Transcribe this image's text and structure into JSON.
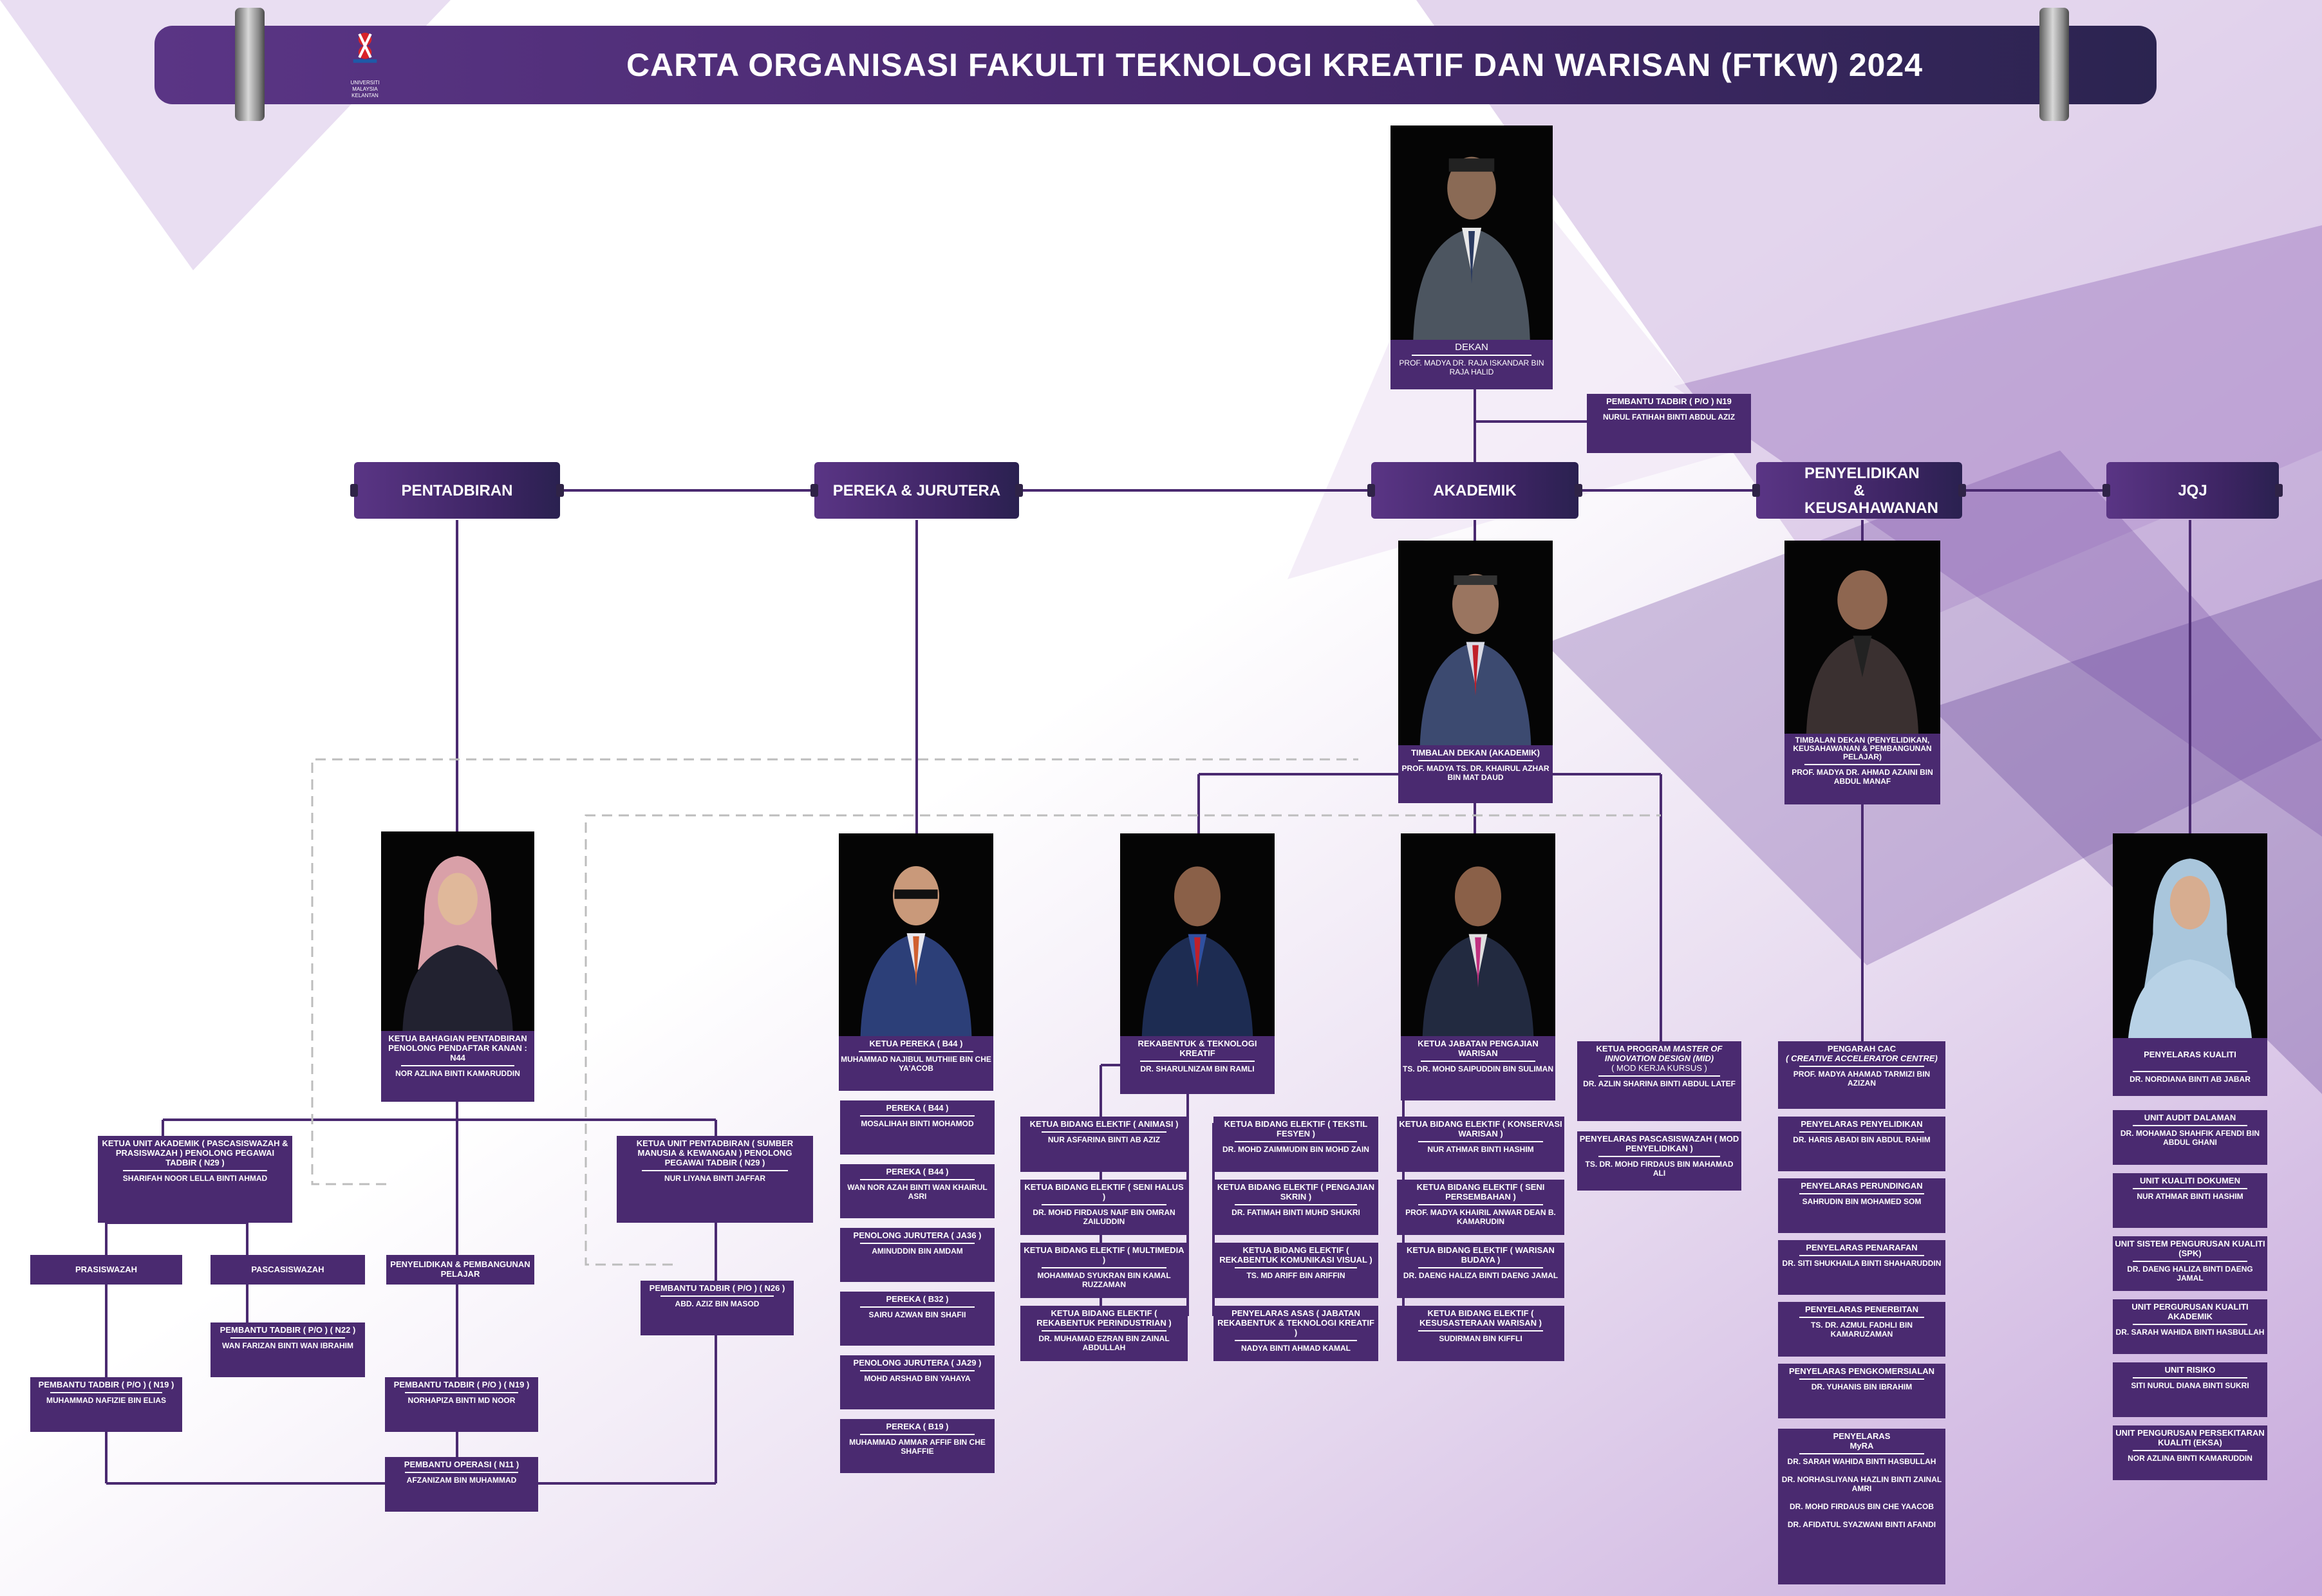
{
  "banner": {
    "title": "CARTA ORGANISASI FAKULTI TEKNOLOGI KREATIF DAN WARISAN (FTKW) 2024"
  },
  "logo": {
    "icon": "umk-logo-icon",
    "text_line1": "UNIVERSITI",
    "text_line2": "MALAYSIA",
    "text_line3": "KELANTAN"
  },
  "colors": {
    "primary": "#4a2a70",
    "accent": "#5a3585",
    "bg_light": "#e3d4ee",
    "text": "#ffffff"
  },
  "departments": {
    "pentadbiran": "PENTADBIRAN",
    "pereka": "PEREKA & JURUTERA",
    "akademik": "AKADEMIK",
    "penyelidikan": "PENYELIDIKAN & KEUSAHAWANAN",
    "jqj": "JQJ"
  },
  "dekan": {
    "title": "DEKAN",
    "name": "PROF. MADYA DR. RAJA ISKANDAR BIN RAJA HALID"
  },
  "pembantu_dekan": {
    "title": "PEMBANTU TADBIR ( P/O ) N19",
    "name": "NURUL FATIHAH BINTI ABDUL AZIZ"
  },
  "tdekan_akademik": {
    "title": "TIMBALAN DEKAN (AKADEMIK)",
    "name": "PROF. MADYA TS. DR. KHAIRUL AZHAR BIN MAT DAUD"
  },
  "tdekan_penyelidikan": {
    "title": "TIMBALAN DEKAN (PENYELIDIKAN, KEUSAHAWANAN & PEMBANGUNAN PELAJAR)",
    "name": "PROF. MADYA DR. AHMAD AZAINI BIN ABDUL MANAF"
  },
  "ketua_pentadbiran": {
    "title": "KETUA BAHAGIAN PENTADBIRAN PENOLONG PENDAFTAR KANAN : N44",
    "name": "NOR AZLINA BINTI KAMARUDDIN"
  },
  "unit_akademik": {
    "title": "KETUA UNIT AKADEMIK ( PASCASISWAZAH & PRASISWAZAH ) PENOLONG PEGAWAI TADBIR ( N29 )",
    "name": "SHARIFAH NOOR LELLA BINTI AHMAD"
  },
  "unit_pentadbiran": {
    "title": "KETUA UNIT PENTADBIRAN ( SUMBER MANUSIA & KEWANGAN ) PENOLONG PEGAWAI TADBIR ( N29 )",
    "name": "NUR LIYANA BINTI JAFFAR"
  },
  "prasiswazah": "PRASISWAZAH",
  "pascasiswazah": "PASCASISWAZAH",
  "penyelidikan_pelajar": "PENYELIDIKAN & PEMBANGUNAN PELAJAR",
  "pt_pasca": {
    "title": "PEMBANTU TADBIR ( P/O ) ( N22 )",
    "name": "WAN FARIZAN BINTI WAN IBRAHIM"
  },
  "pt_aziz": {
    "title": "PEMBANTU TADBIR ( P/O ) ( N26 )",
    "name": "ABD. AZIZ BIN MASOD"
  },
  "pt_nafizie": {
    "title": "PEMBANTU TADBIR ( P/O ) ( N19 )",
    "name": "MUHAMMAD NAFIZIE BIN ELIAS"
  },
  "pt_norhapiza": {
    "title": "PEMBANTU TADBIR ( P/O ) ( N19 )",
    "name": "NORHAPIZA BINTI MD NOOR"
  },
  "pembantu_operasi": {
    "title": "PEMBANTU OPERASI ( N11 )",
    "name": "AFZANIZAM BIN MUHAMMAD"
  },
  "ketua_pereka": {
    "title": "KETUA PEREKA ( B44 )",
    "name": "MUHAMMAD NAJIBUL MUTHIIE BIN CHE YA'ACOB"
  },
  "pereka_list": [
    {
      "title": "PEREKA ( B44 )",
      "name": "MOSALIHAH BINTI MOHAMOD"
    },
    {
      "title": "PEREKA ( B44 )",
      "name": "WAN NOR AZAH BINTI WAN KHAIRUL ASRI"
    },
    {
      "title": "PENOLONG JURUTERA ( JA36 )",
      "name": "AMINUDDIN BIN AMDAM"
    },
    {
      "title": "PEREKA ( B32 )",
      "name": "SAIRU AZWAN BIN SHAFII"
    },
    {
      "title": "PENOLONG JURUTERA ( JA29 )",
      "name": "MOHD ARSHAD BIN YAHAYA"
    },
    {
      "title": "PEREKA ( B19 )",
      "name": "MUHAMMAD AMMAR AFFIF BIN CHE SHAFFIE"
    }
  ],
  "rekabentuk": {
    "title": "REKABENTUK & TEKNOLOGI KREATIF",
    "name": "DR. SHARULNIZAM BIN RAMLI"
  },
  "rekabentuk_list1": [
    {
      "title": "KETUA BIDANG ELEKTIF ( ANIMASI )",
      "name": "NUR ASFARINA BINTI AB AZIZ"
    },
    {
      "title": "KETUA BIDANG ELEKTIF ( SENI HALUS )",
      "name": "DR. MOHD FIRDAUS NAIF BIN OMRAN ZAILUDDIN"
    },
    {
      "title": "KETUA BIDANG ELEKTIF ( MULTIMEDIA )",
      "name": "MOHAMMAD SYUKRAN BIN KAMAL RUZZAMAN"
    },
    {
      "title": "KETUA BIDANG ELEKTIF ( REKABENTUK PERINDUSTRIAN )",
      "name": "DR. MUHAMAD EZRAN BIN ZAINAL ABDULLAH"
    }
  ],
  "rekabentuk_list2": [
    {
      "title": "KETUA BIDANG ELEKTIF ( TEKSTIL FESYEN )",
      "name": "DR. MOHD ZAIMMUDIN BIN MOHD ZAIN"
    },
    {
      "title": "KETUA BIDANG ELEKTIF ( PENGAJIAN SKRIN )",
      "name": "DR. FATIMAH BINTI MUHD SHUKRI"
    },
    {
      "title": "KETUA BIDANG ELEKTIF ( REKABENTUK KOMUNIKASI VISUAL )",
      "name": "TS. MD ARIFF BIN ARIFFIN"
    },
    {
      "title": "PENYELARAS ASAS ( JABATAN REKABENTUK & TEKNOLOGI KREATIF )",
      "name": "NADYA BINTI AHMAD KAMAL"
    }
  ],
  "jabatan_warisan": {
    "title": "KETUA JABATAN PENGAJIAN WARISAN",
    "name": "TS. DR. MOHD SAIPUDDIN BIN SULIMAN"
  },
  "warisan_list": [
    {
      "title": "KETUA BIDANG ELEKTIF ( KONSERVASI WARISAN )",
      "name": "NUR ATHMAR BINTI HASHIM"
    },
    {
      "title": "KETUA BIDANG ELEKTIF ( SENI PERSEMBAHAN )",
      "name": "PROF. MADYA KHAIRIL ANWAR DEAN B. KAMARUDIN"
    },
    {
      "title": "KETUA BIDANG ELEKTIF ( WARISAN BUDAYA )",
      "name": "DR. DAENG HALIZA BINTI DAENG JAMAL"
    },
    {
      "title": "KETUA BIDANG ELEKTIF ( KESUSASTERAAN WARISAN )",
      "name": "SUDIRMAN BIN KIFFLI"
    }
  ],
  "master_program": {
    "title_a": "KETUA PROGRAM ",
    "title_b": "MASTER OF INNOVATION DESIGN (MID)",
    "title_c": "( MOD KERJA KURSUS )",
    "name": "DR. AZLIN SHARINA BINTI ABDUL LATEF"
  },
  "pascasiswazah_penyelaras": {
    "title": "PENYELARAS PASCASISWAZAH ( MOD PENYELIDIKAN )",
    "name": "TS. DR. MOHD FIRDAUS BIN MAHAMAD ALI"
  },
  "cac": {
    "title_a": "PENGARAH CAC",
    "title_b": "( CREATIVE ACCELERATOR CENTRE)",
    "name": "PROF. MADYA AHAMAD TARMIZI BIN AZIZAN"
  },
  "penyelidikan_list": [
    {
      "title": "PENYELARAS PENYELIDIKAN",
      "name": "DR. HARIS ABADI BIN ABDUL RAHIM"
    },
    {
      "title": "PENYELARAS PERUNDINGAN",
      "name": "SAHRUDIN BIN MOHAMED SOM"
    },
    {
      "title": "PENYELARAS PENARAFAN",
      "name": "DR. SITI SHUKHAILA BINTI SHAHARUDDIN"
    },
    {
      "title": "PENYELARAS PENERBITAN",
      "name": "TS. DR. AZMUL FADHLI BIN KAMARUZAMAN"
    },
    {
      "title": "PENYELARAS PENGKOMERSIALAN",
      "name": "DR. YUHANIS BIN IBRAHIM"
    }
  ],
  "myra": {
    "title": "PENYELARAS MyRA",
    "names": [
      "DR. SARAH WAHIDA BINTI HASBULLAH",
      "DR. NORHASLIYANA HAZLIN BINTI ZAINAL AMRI",
      "DR. MOHD FIRDAUS BIN CHE YAACOB",
      "DR. AFIDATUL SYAZWANI BINTI AFANDI"
    ]
  },
  "kualiti": {
    "title": "PENYELARAS KUALITI",
    "name": "DR. NORDIANA BINTI AB JABAR"
  },
  "jqj_list": [
    {
      "title": "UNIT AUDIT DALAMAN",
      "name": "DR. MOHAMAD SHAHFIK AFENDI BIN ABDUL GHANI"
    },
    {
      "title": "UNIT KUALITI DOKUMEN",
      "name": "NUR ATHMAR BINTI HASHIM"
    },
    {
      "title": "UNIT SISTEM PENGURUSAN KUALITI (SPK)",
      "name": "DR. DAENG HALIZA BINTI DAENG JAMAL"
    },
    {
      "title": "UNIT PERGURUSAN KUALITI AKADEMIK",
      "name": "DR. SARAH WAHIDA BINTI HASBULLAH"
    },
    {
      "title": "UNIT RISIKO",
      "name": "SITI NURUL DIANA BINTI SUKRI"
    },
    {
      "title": "UNIT PENGURUSAN PERSEKITARAN KUALITI (EKSA)",
      "name": "NOR AZLINA BINTI KAMARUDDIN"
    }
  ]
}
